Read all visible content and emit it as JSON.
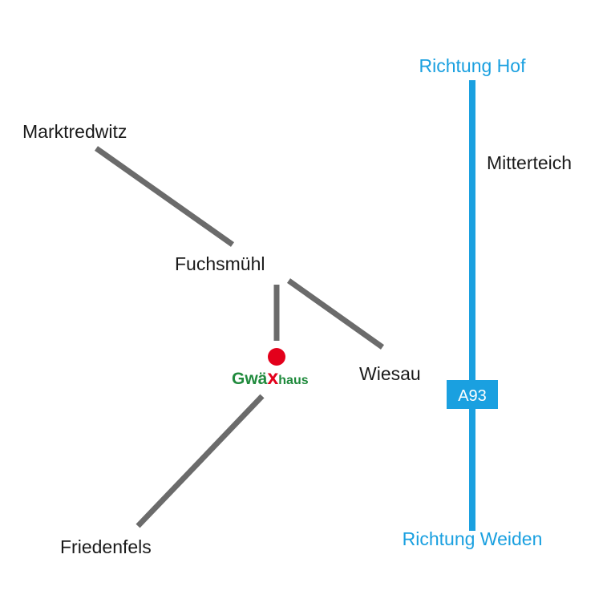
{
  "colors": {
    "road": "#6b6b6b",
    "highway": "#1aa0e0",
    "place_text": "#1a1a1a",
    "highway_text": "#1aa0e0",
    "marker": "#e3001b",
    "logo_green": "#1f8a3c",
    "logo_red": "#e3001b",
    "shield_text": "#ffffff"
  },
  "places": {
    "marktredwitz": "Marktredwitz",
    "fuchsmuehl": "Fuchsmühl",
    "wiesau": "Wiesau",
    "friedenfels": "Friedenfels",
    "mitterteich": "Mitterteich"
  },
  "highway": {
    "number": "A93",
    "north_label": "Richtung Hof",
    "south_label": "Richtung Weiden"
  },
  "logo": {
    "part1": "Gwä",
    "part2": "x",
    "part3": "haus"
  },
  "marker_icon": "location-dot-icon"
}
